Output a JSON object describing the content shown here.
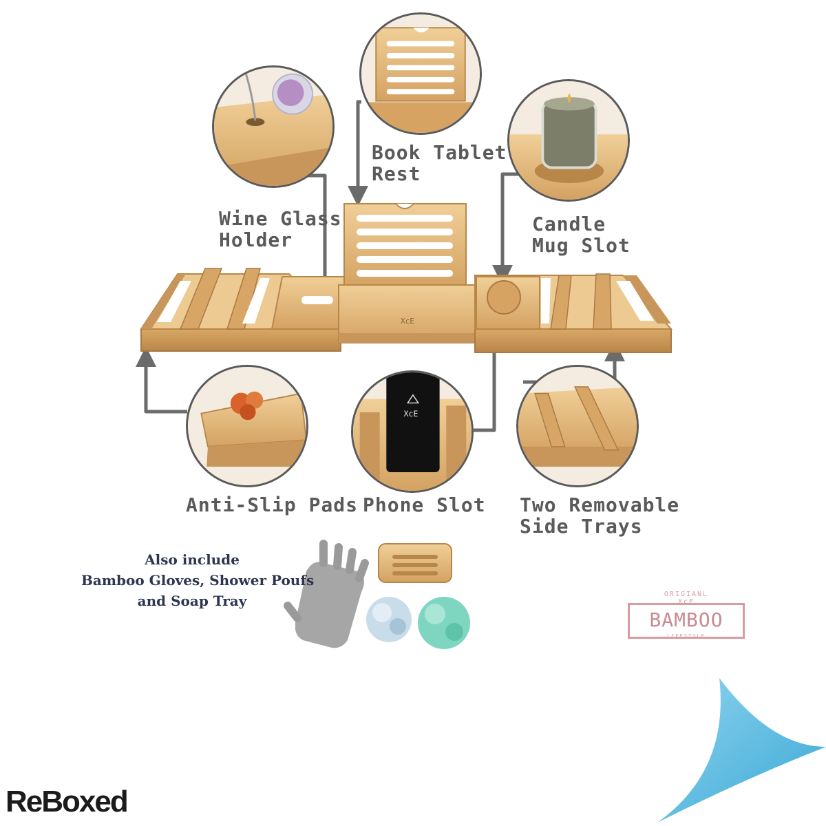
{
  "labels": {
    "book_tablet": [
      "Book Tablet",
      "Rest"
    ],
    "wine_glass": [
      "Wine Glass",
      "Holder"
    ],
    "candle_mug": [
      "Candle",
      "Mug Slot"
    ],
    "anti_slip": "Anti-Slip Pads",
    "phone_slot": "Phone Slot",
    "side_trays": [
      "Two Removable",
      "Side Trays"
    ]
  },
  "accessories": {
    "lines": [
      "Also include",
      "Bamboo Gloves, Shower Poufs",
      "and Soap Tray"
    ]
  },
  "badge": {
    "top_line1": "ORIGIANL",
    "top_line2": "XcE",
    "main": "BAMBOO",
    "bottom": "LIFESTYLE"
  },
  "caddy_logo": "XcE",
  "phone_logo": "XcE",
  "brand": "ReBoxed",
  "colors": {
    "bamboo_light": "#e9c48a",
    "bamboo_mid": "#d9a866",
    "bamboo_dark": "#b98649",
    "arrow": "#6b6b6b",
    "corner_blue": "#5bbde0"
  }
}
